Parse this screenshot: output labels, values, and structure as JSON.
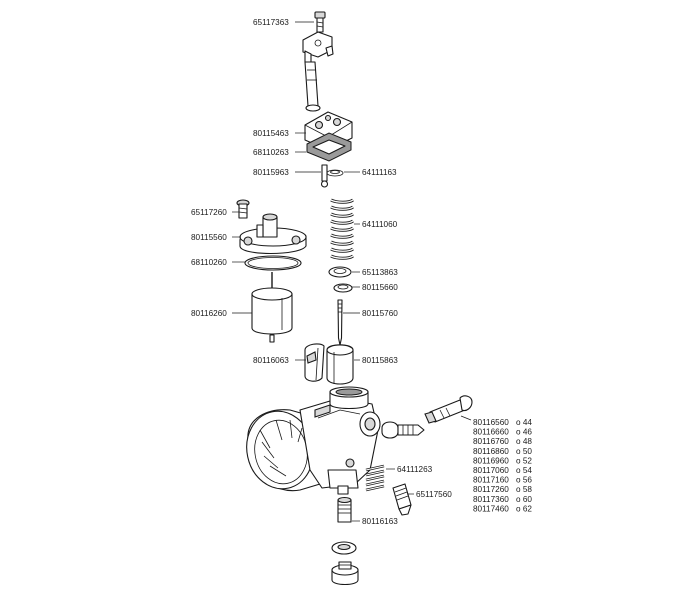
{
  "parts": {
    "p65117363": "65117363",
    "p80115463": "80115463",
    "p68110263": "68110263",
    "p80115963": "80115963",
    "p64111163": "64111163",
    "p65117260": "65117260",
    "p64111060": "64111060",
    "p80115560": "80115560",
    "p68110260": "68110260",
    "p65113863": "65113863",
    "p80115660": "80115660",
    "p80116260": "80116260",
    "p80115760": "80115760",
    "p80116063": "80116063",
    "p80115863": "80115863",
    "p64111263": "64111263",
    "p65117560": "65117560",
    "p80116163": "80116163"
  },
  "jet_table": [
    {
      "code": "80116560",
      "size": "o 44"
    },
    {
      "code": "80116660",
      "size": "o 46"
    },
    {
      "code": "80116760",
      "size": "o 48"
    },
    {
      "code": "80116860",
      "size": "o 50"
    },
    {
      "code": "80116960",
      "size": "o 52"
    },
    {
      "code": "80117060",
      "size": "o 54"
    },
    {
      "code": "80117160",
      "size": "o 56"
    },
    {
      "code": "80117260",
      "size": "o 58"
    },
    {
      "code": "80117360",
      "size": "o 60"
    },
    {
      "code": "80117460",
      "size": "o 62"
    }
  ]
}
